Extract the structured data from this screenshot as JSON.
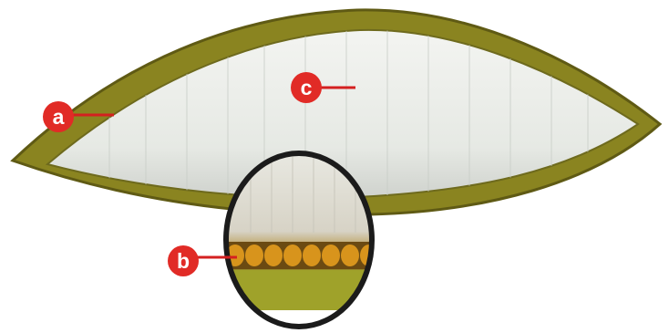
{
  "labels": {
    "a": "a",
    "b": "b",
    "c": "c"
  },
  "colors": {
    "outer_layer": "#8a8420",
    "outer_layer_dark": "#5f5a14",
    "inner_tissue": "#e8ebe6",
    "inner_tissue_shade": "#c9cfc8",
    "cell_row": "#d8941c",
    "cell_dark": "#6b4a12",
    "magnifier_ring": "#1b1b1b",
    "marker_fill": "#e12b26",
    "marker_line": "#d42020"
  },
  "icons": {
    "magnifier": "circle-zoom-icon"
  }
}
